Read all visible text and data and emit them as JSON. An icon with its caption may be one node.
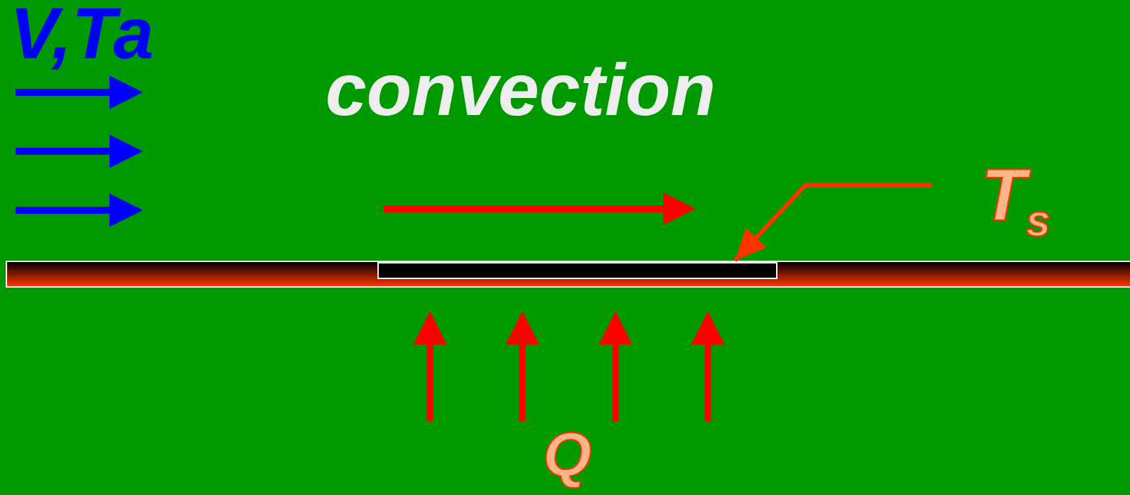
{
  "diagram": {
    "nodes": [
      {
        "text": [
          "V,Ta"
        ]
      },
      {
        "text": [
          "convection"
        ]
      },
      {
        "text": [
          "T$_{s}$"
        ]
      },
      {
        "text": [
          "Q"
        ]
      },
      {
        "text": [],
        "shape": "bar"
      },
      {
        "text": [],
        "shape": "box",
        "in": 4
      }
    ],
    "edges": [
      {
        "from": 2,
        "to": 5,
        "arrow": "to"
      }
    ]
  }
}
